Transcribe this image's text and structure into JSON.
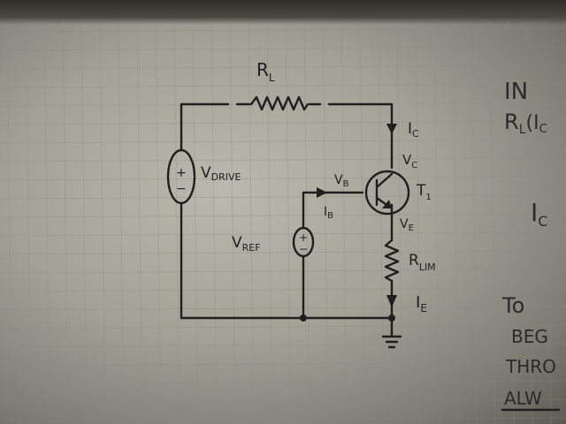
{
  "labels": {
    "rl_main": "R",
    "rl_sub": "L",
    "ic_main": "I",
    "ic_sub": "C",
    "vc_main": "V",
    "vc_sub": "C",
    "vdrive_main": "V",
    "vdrive_sub": "DRIVE",
    "vb_main": "V",
    "vb_sub": "B",
    "t1_main": "T",
    "t1_sub": "1",
    "ib_main": "I",
    "ib_sub": "B",
    "ve_main": "V",
    "ve_sub": "E",
    "vref_main": "V",
    "vref_sub": "REF",
    "rlim_main": "R",
    "rlim_sub": "LIM",
    "ie_main": "I",
    "ie_sub": "E",
    "plus": "+",
    "minus": "−"
  },
  "margin_notes": {
    "line1": "IN",
    "line2": "R",
    "line2_sub": "L",
    "line2_tail": "(I",
    "line2_tail_sub": "C",
    "line3": "I",
    "line3_sub": "C",
    "line4": "To",
    "line5": "BEG",
    "line6": "THRO",
    "line7": "ALW"
  }
}
